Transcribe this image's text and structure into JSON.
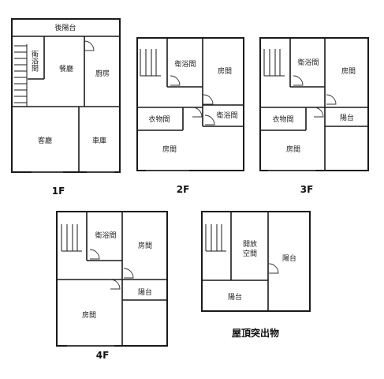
{
  "floors": {
    "f1": {
      "label": "1F",
      "rooms": {
        "rear_balcony": "後陽台",
        "bathroom": "衛浴間",
        "dining": "餐廳",
        "kitchen": "廚房",
        "living": "客廳",
        "garage": "車庫"
      }
    },
    "f2": {
      "label": "2F",
      "rooms": {
        "bathroom": "衛浴間",
        "bedroom_top": "房間",
        "closet": "衣物間",
        "bathroom_2": "衛浴間",
        "bedroom_bottom": "房間"
      }
    },
    "f3": {
      "label": "3F",
      "rooms": {
        "bathroom": "衛浴間",
        "bedroom_top": "房間",
        "closet": "衣物間",
        "balcony": "陽台",
        "bedroom_bottom": "房間"
      }
    },
    "f4": {
      "label": "4F",
      "rooms": {
        "bathroom": "衛浴間",
        "bedroom_top": "房間",
        "balcony": "陽台",
        "bedroom_bottom": "房間"
      }
    },
    "roof": {
      "label": "屋頂突出物",
      "rooms": {
        "open_space": [
          "開放",
          "空間"
        ],
        "balcony_right": "陽台",
        "balcony_bottom": "陽台"
      }
    }
  }
}
